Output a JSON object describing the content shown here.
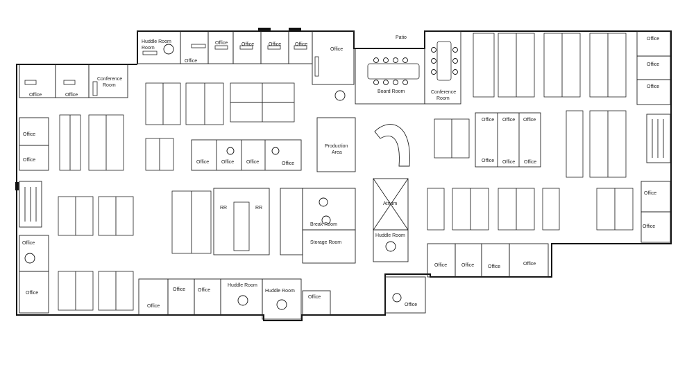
{
  "rooms": {
    "huddle_1": "Huddle Room",
    "office": "Office",
    "conference_left": "Conference Room",
    "board_room": "Board Room",
    "patio": "Patio",
    "conference_right": "Conference Room",
    "production_area": "Production Area",
    "restroom": "RR",
    "break_room": "Break Room",
    "storage_room": "Storage Room",
    "atrium": "Atrium",
    "huddle_room": "Huddle Room"
  }
}
